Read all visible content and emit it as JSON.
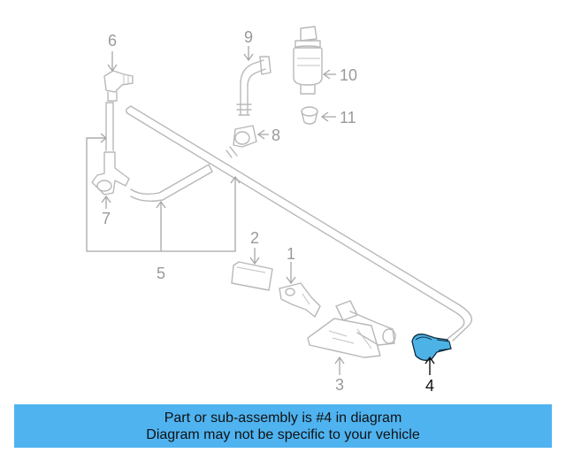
{
  "diagram": {
    "callouts": [
      {
        "id": "1",
        "label": "1"
      },
      {
        "id": "2",
        "label": "2"
      },
      {
        "id": "3",
        "label": "3"
      },
      {
        "id": "4",
        "label": "4"
      },
      {
        "id": "5",
        "label": "5"
      },
      {
        "id": "6",
        "label": "6"
      },
      {
        "id": "7",
        "label": "7"
      },
      {
        "id": "8",
        "label": "8"
      },
      {
        "id": "9",
        "label": "9"
      },
      {
        "id": "10",
        "label": "10"
      },
      {
        "id": "11",
        "label": "11"
      }
    ],
    "highlighted_part": "4",
    "highlight_color": "#4db3e6",
    "part_line_color": "#b8b8b8"
  },
  "banner": {
    "line1": "Part or sub-assembly is #4 in diagram",
    "line2": "Diagram may not be specific to your vehicle",
    "background": "#4fb3f0"
  }
}
